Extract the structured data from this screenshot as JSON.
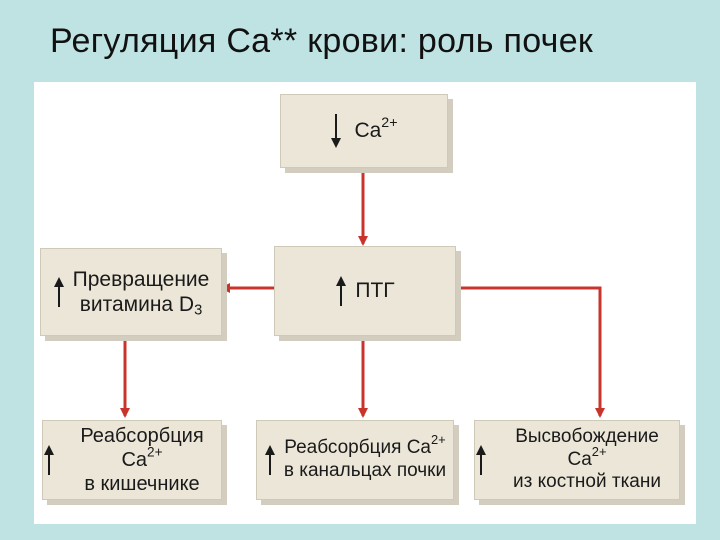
{
  "title": "Регуляция  Ca** крови: роль почек",
  "colors": {
    "background": "#bfe3e3",
    "box_fill": "#ebe6d8",
    "arrow": "#c8342b"
  },
  "nodes": {
    "calcium": {
      "label": "Ca",
      "sup": "2+",
      "arrow": "down"
    },
    "pth": {
      "label": "ПТГ",
      "arrow": "up"
    },
    "vitamin_d": {
      "line1": "Превращение",
      "line2": "витамина D",
      "sub": "3",
      "arrow": "up"
    },
    "intestine": {
      "line1": "Реабсорбция Ca",
      "sup": "2+",
      "line2": "в кишечнике",
      "arrow": "up"
    },
    "kidney": {
      "line1": "Реабсорбция Ca",
      "sup": "2+",
      "line2": "в канальцах почки",
      "arrow": "up"
    },
    "bone": {
      "line1": "Высвобождение Ca",
      "sup": "2+",
      "line2": "из костной ткани",
      "arrow": "up"
    }
  }
}
